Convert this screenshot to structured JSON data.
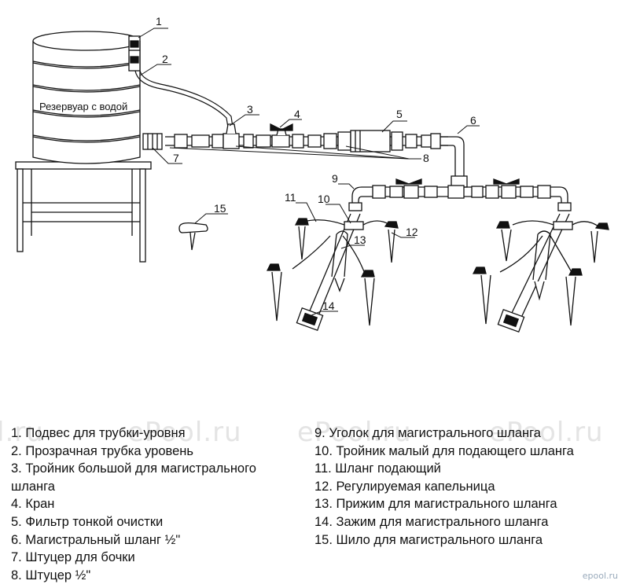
{
  "diagram": {
    "tank_label": "Резервуар с водой",
    "callouts": [
      "1",
      "2",
      "3",
      "4",
      "5",
      "6",
      "7",
      "8",
      "9",
      "10",
      "11",
      "12",
      "13",
      "14",
      "15"
    ]
  },
  "watermarks": [
    "l.ru",
    "ePool.ru",
    "ePool.ru",
    "ePool.ru"
  ],
  "legend": {
    "left": [
      "1. Подвес для трубки-уровня",
      "2. Прозрачная трубка уровень",
      "3. Тройник большой для магистрального шланга",
      "4. Кран",
      "5. Фильтр тонкой очистки",
      "6. Магистральный шланг ½\"",
      "7. Штуцер для бочки",
      "8. Штуцер ½\""
    ],
    "right": [
      "9. Уголок для магистрального шланга",
      "10. Тройник малый для подающего шланга",
      "11. Шланг подающий",
      "12. Регулируемая капельница",
      "13. Прижим для магистрального шланга",
      "14. Зажим для магистрального шланга",
      "15. Шило для магистрального шланга"
    ]
  },
  "logo": "epool.ru"
}
